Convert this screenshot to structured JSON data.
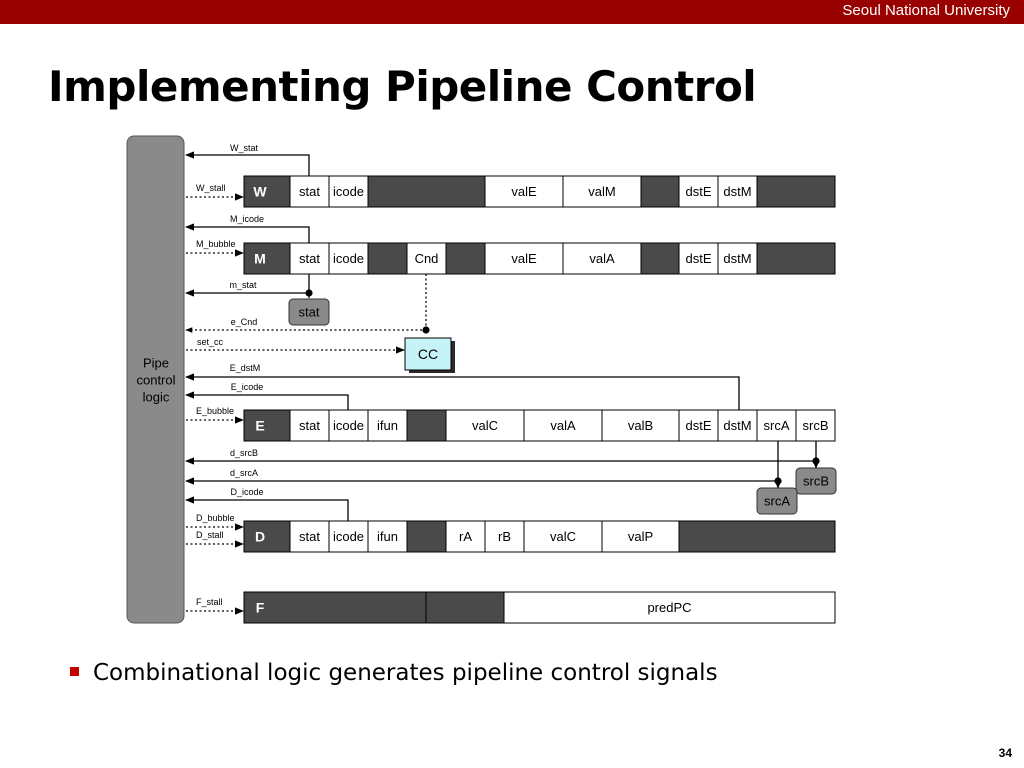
{
  "header": {
    "institution": "Seoul National University"
  },
  "slide": {
    "title": "Implementing Pipeline Control",
    "bullet": "Combinational logic generates pipeline control signals",
    "page_number": "34"
  },
  "control_block": {
    "label_lines": [
      "Pipe",
      "control",
      "logic"
    ]
  },
  "stages": [
    {
      "name": "W",
      "fields": [
        {
          "t": "stat",
          "fill": "white"
        },
        {
          "t": "icode",
          "fill": "white"
        },
        {
          "t": "",
          "fill": "dark"
        },
        {
          "t": "valE",
          "fill": "white"
        },
        {
          "t": "valM",
          "fill": "white"
        },
        {
          "t": "",
          "fill": "dark"
        },
        {
          "t": "dstE",
          "fill": "white"
        },
        {
          "t": "dstM",
          "fill": "white"
        },
        {
          "t": "",
          "fill": "dark"
        }
      ]
    },
    {
      "name": "M",
      "fields": [
        {
          "t": "stat",
          "fill": "white"
        },
        {
          "t": "icode",
          "fill": "white"
        },
        {
          "t": "",
          "fill": "dark"
        },
        {
          "t": "Cnd",
          "fill": "white"
        },
        {
          "t": "",
          "fill": "dark"
        },
        {
          "t": "valE",
          "fill": "white"
        },
        {
          "t": "valA",
          "fill": "white"
        },
        {
          "t": "",
          "fill": "dark"
        },
        {
          "t": "dstE",
          "fill": "white"
        },
        {
          "t": "dstM",
          "fill": "white"
        },
        {
          "t": "",
          "fill": "dark"
        }
      ]
    },
    {
      "name": "E",
      "fields": [
        {
          "t": "stat",
          "fill": "white"
        },
        {
          "t": "icode",
          "fill": "white"
        },
        {
          "t": "ifun",
          "fill": "white"
        },
        {
          "t": "",
          "fill": "dark"
        },
        {
          "t": "valC",
          "fill": "white"
        },
        {
          "t": "valA",
          "fill": "white"
        },
        {
          "t": "valB",
          "fill": "white"
        },
        {
          "t": "dstE",
          "fill": "white"
        },
        {
          "t": "dstM",
          "fill": "white"
        },
        {
          "t": "srcA",
          "fill": "white"
        },
        {
          "t": "srcB",
          "fill": "white"
        }
      ]
    },
    {
      "name": "D",
      "fields": [
        {
          "t": "stat",
          "fill": "white"
        },
        {
          "t": "icode",
          "fill": "white"
        },
        {
          "t": "ifun",
          "fill": "white"
        },
        {
          "t": "",
          "fill": "dark"
        },
        {
          "t": "rA",
          "fill": "white"
        },
        {
          "t": "rB",
          "fill": "white"
        },
        {
          "t": "valC",
          "fill": "white"
        },
        {
          "t": "valP",
          "fill": "white"
        },
        {
          "t": "",
          "fill": "dark"
        }
      ]
    },
    {
      "name": "F",
      "fields": [
        {
          "t": "",
          "fill": "dark"
        },
        {
          "t": "predPC",
          "fill": "white"
        },
        {
          "t": "",
          "fill": "dark"
        }
      ]
    }
  ],
  "signals": {
    "w_stat": "W_stat",
    "w_stall": "W_stall",
    "m_icode": "M_icode",
    "m_bubble": "M_bubble",
    "m_stat": "m_stat",
    "e_cnd": "e_Cnd",
    "set_cc": "set_cc",
    "e_dstm": "E_dstM",
    "e_icode": "E_icode",
    "e_bubble": "E_bubble",
    "d_srcb": "d_srcB",
    "d_srca": "d_srcA",
    "d_icode": "D_icode",
    "d_bubble": "D_bubble",
    "d_stall": "D_stall",
    "f_stall": "F_stall"
  },
  "logic_boxes": {
    "stat": "stat",
    "cc": "CC",
    "srcb": "srcB",
    "srca": "srcA"
  },
  "colors": {
    "header_bar": "#990000",
    "stage_dark": "#4a4a4a",
    "control_block": "#8a8a8a",
    "cc_fill": "#c6f3f7",
    "bullet": "#c00000"
  }
}
